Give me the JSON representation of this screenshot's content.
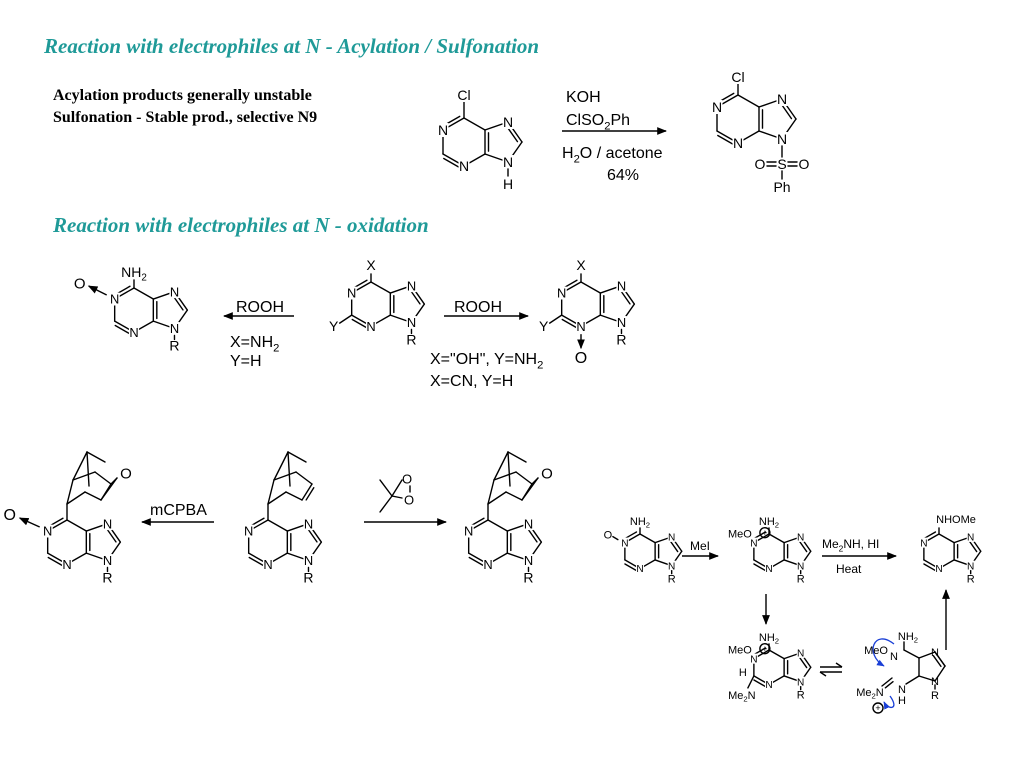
{
  "headings": {
    "acylation": "Reaction with electrophiles at N - Acylation / Sulfonation",
    "oxidation": "Reaction with electrophiles at N - oxidation"
  },
  "notes": {
    "line1": "Acylation products generally unstable",
    "line2": "Sulfonation - Stable prod., selective N9"
  },
  "atoms": {
    "N": "N",
    "H": "H",
    "Cl": "Cl",
    "O": "O",
    "R": "R",
    "X": "X",
    "Y": "Y",
    "NH2": "NH",
    "sub2": "2",
    "Ph": "Ph",
    "S": "S",
    "NHOMe": "NHOMe",
    "MeO": "MeO",
    "Me2N": "Me",
    "Me2N_tail": "N",
    "plus": "+"
  },
  "reaction1": {
    "reagent1": "KOH",
    "reagent2_main": "ClSO",
    "reagent2_sub": "2",
    "reagent2_tail": "Ph",
    "solvent_main": "H",
    "solvent_sub": "2",
    "solvent_tail": "O / acetone",
    "yield": "64%"
  },
  "reaction2": {
    "left_reagent": "ROOH",
    "left_cond_main": "X=NH",
    "left_cond_sub": "2",
    "left_cond_2": "Y=H",
    "right_reagent": "ROOH",
    "right_cond_main": "X=\"OH\", Y=NH",
    "right_cond_sub": "2",
    "right_cond_2": "X=CN, Y=H"
  },
  "reaction3": {
    "left_reagent": "mCPBA"
  },
  "reaction4": {
    "reagent1": "MeI",
    "reagent2_main": "Me",
    "reagent2_sub": "2",
    "reagent2_tail": "NH, HI",
    "reagent3": "Heat"
  }
}
